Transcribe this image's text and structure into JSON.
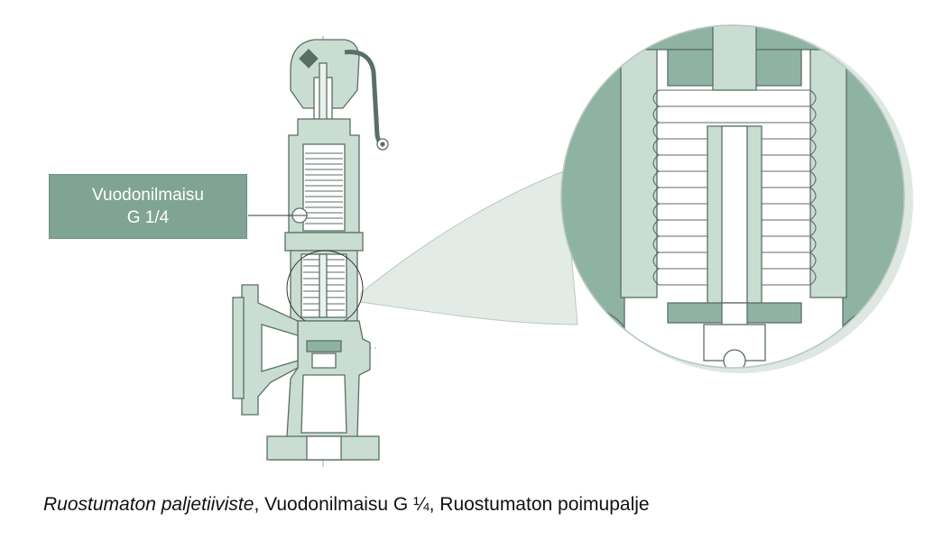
{
  "callout": {
    "line1": "Vuodonilmaisu",
    "line2": "G 1/4"
  },
  "caption": {
    "italic_part": "Ruostumaton paljetiiviste",
    "rest": ", Vuodonilmaisu G ¼, Ruostumaton poimupalje"
  },
  "colors": {
    "fill": "#c9ddd3",
    "fill_dark": "#8fb3a3",
    "line": "#5a6e66",
    "callout_box": "#7fa394",
    "zoom_shadow": "#dfe7e3"
  }
}
